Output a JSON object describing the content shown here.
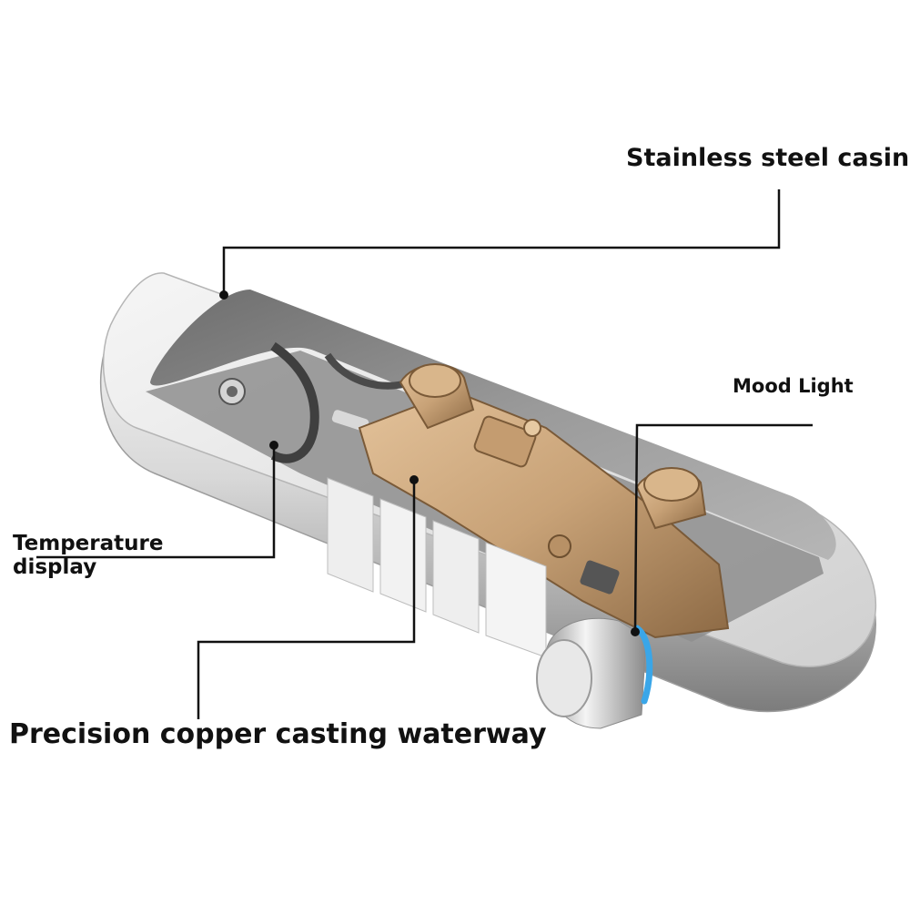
{
  "labels": {
    "stainless_steel_casing": "Stainless steel casing",
    "mood_light": "Mood Light",
    "temperature_display_line1": "Temperature",
    "temperature_display_line2": "display",
    "precision_copper_waterway": "Precision copper casting waterway"
  },
  "colors": {
    "leader_line": "#111111",
    "casing_light": "#f2f2f2",
    "casing_mid": "#c9c9c9",
    "casing_dark": "#8f8f8f",
    "copper": "#c8a277",
    "copper_dark": "#8d6a45",
    "mood_light_blue": "#3aa6e8",
    "interior": "#7a7a7a"
  }
}
